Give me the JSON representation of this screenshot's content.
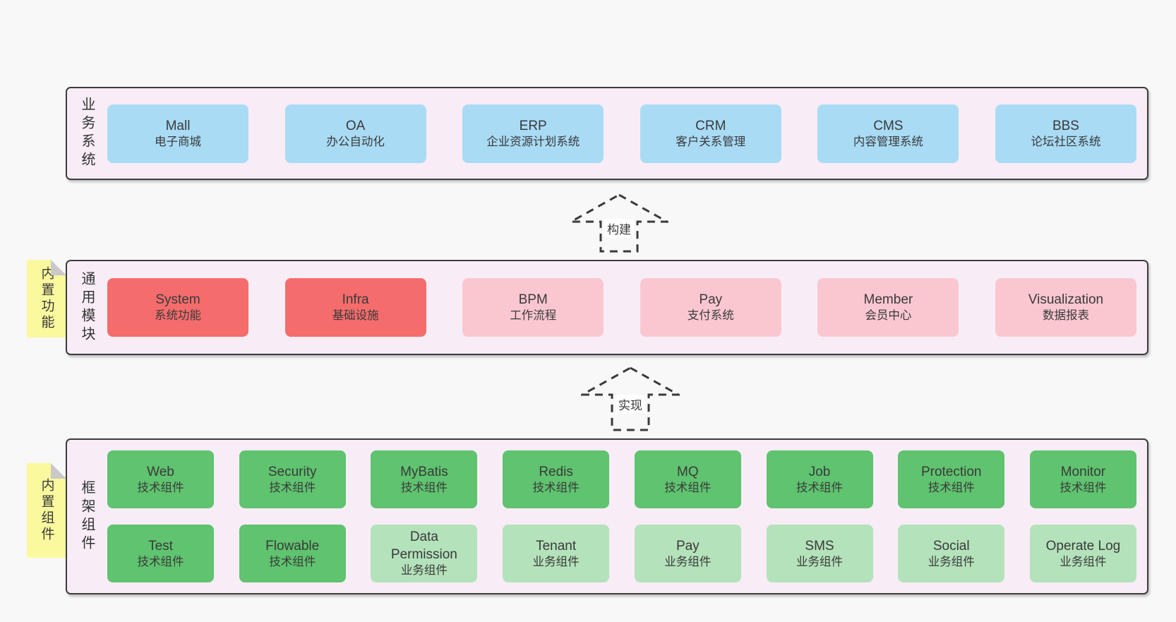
{
  "colors": {
    "page_bg": "#f8f8f8",
    "panel_bg": "#f8edf6",
    "panel_border": "#3d3d3d",
    "box_blue": "#a9dbf5",
    "box_red": "#f56c6c",
    "box_pink": "#fac7d1",
    "box_green": "#5fc36f",
    "box_light_green": "#b4e2bb",
    "note_bg": "#fbf99e",
    "note_fold": "#c9c9c9",
    "text": "#3a3a3a"
  },
  "layers": [
    {
      "label": "业务系统",
      "boxes": [
        {
          "name": "Mall",
          "desc": "电子商城"
        },
        {
          "name": "OA",
          "desc": "办公自动化"
        },
        {
          "name": "ERP",
          "desc": "企业资源计划系统"
        },
        {
          "name": "CRM",
          "desc": "客户关系管理"
        },
        {
          "name": "CMS",
          "desc": "内容管理系统"
        },
        {
          "name": "BBS",
          "desc": "论坛社区系统"
        }
      ]
    },
    {
      "label": "通用模块",
      "note": "内置功能",
      "boxes": [
        {
          "name": "System",
          "desc": "系统功能"
        },
        {
          "name": "Infra",
          "desc": "基础设施"
        },
        {
          "name": "BPM",
          "desc": "工作流程"
        },
        {
          "name": "Pay",
          "desc": "支付系统"
        },
        {
          "name": "Member",
          "desc": "会员中心"
        },
        {
          "name": "Visualization",
          "desc": "数据报表"
        }
      ]
    },
    {
      "label": "框架组件",
      "note": "内置组件",
      "rows": [
        [
          {
            "name": "Web",
            "desc": "技术组件"
          },
          {
            "name": "Security",
            "desc": "技术组件"
          },
          {
            "name": "MyBatis",
            "desc": "技术组件"
          },
          {
            "name": "Redis",
            "desc": "技术组件"
          },
          {
            "name": "MQ",
            "desc": "技术组件"
          },
          {
            "name": "Job",
            "desc": "技术组件"
          },
          {
            "name": "Protection",
            "desc": "技术组件"
          },
          {
            "name": "Monitor",
            "desc": "技术组件"
          }
        ],
        [
          {
            "name": "Test",
            "desc": "技术组件"
          },
          {
            "name": "Flowable",
            "desc": "技术组件"
          },
          {
            "name": "Data Permission",
            "desc": "业务组件"
          },
          {
            "name": "Tenant",
            "desc": "业务组件"
          },
          {
            "name": "Pay",
            "desc": "业务组件"
          },
          {
            "name": "SMS",
            "desc": "业务组件"
          },
          {
            "name": "Social",
            "desc": "业务组件"
          },
          {
            "name": "Operate Log",
            "desc": "业务组件"
          }
        ]
      ]
    }
  ],
  "arrows": [
    {
      "label": "构建"
    },
    {
      "label": "实现"
    }
  ]
}
